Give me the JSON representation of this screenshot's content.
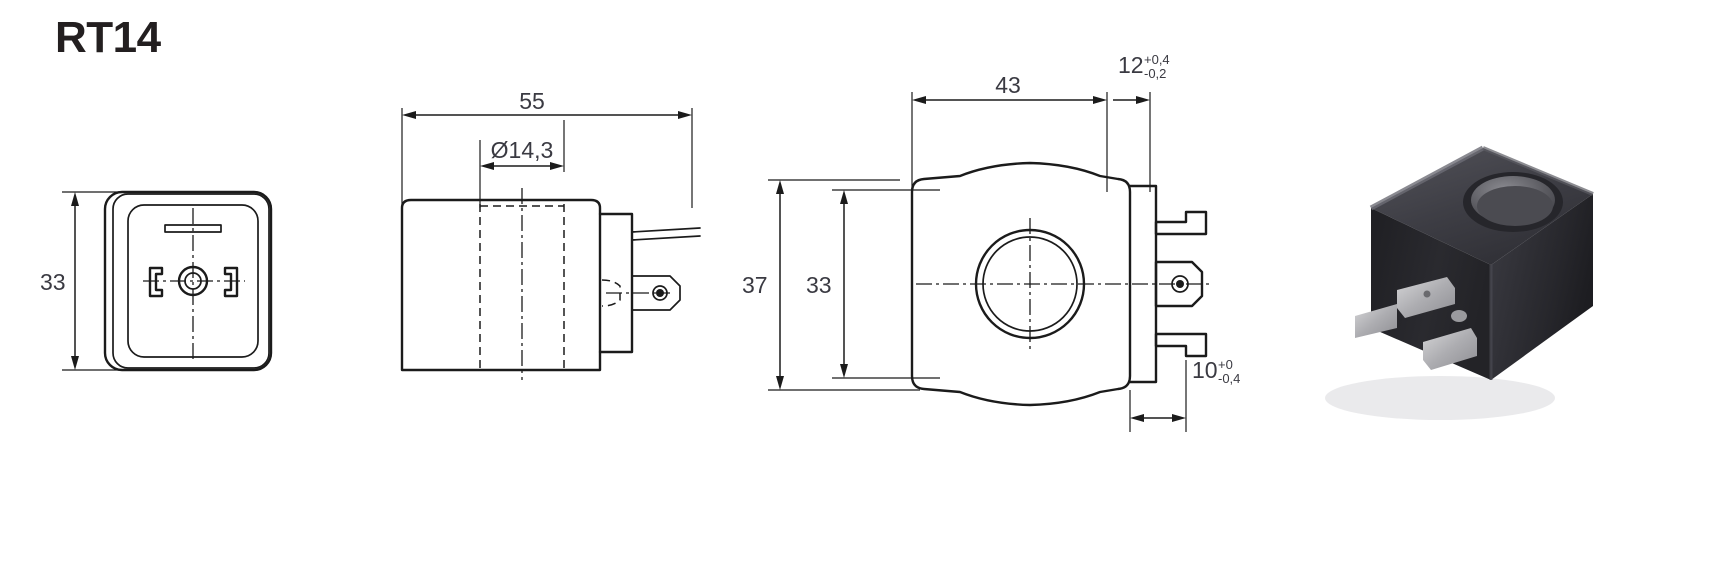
{
  "page": {
    "title": "RT14",
    "background_color": "#ffffff",
    "line_color": "#1b1b1b",
    "text_color": "#3a3a42"
  },
  "drawing": {
    "kind": "engineering-dimensional-drawing",
    "subject": "solenoid coil RT14",
    "views": [
      {
        "id": "top-view",
        "name": "top-view",
        "description": "square coil face with centre bore, crosshair and two flat spade terminals"
      },
      {
        "id": "side-view",
        "name": "side-view",
        "description": "side elevation showing overall width and bore diameter with connector"
      },
      {
        "id": "front-view",
        "name": "front-view",
        "description": "front elevation with circular bore and terminal block"
      },
      {
        "id": "product-photo",
        "name": "product-photo",
        "description": "photograph of black solenoid coil with metal spade terminals"
      }
    ]
  },
  "dimensions": {
    "top_view_height": "33",
    "side_view_width": "55",
    "side_view_bore": "Ø14,3",
    "front_view_total_height": "37",
    "front_view_body_height": "33",
    "front_view_body_width": "43",
    "connector_width": {
      "value": "12",
      "tolerance_upper": "+0,4",
      "tolerance_lower": "-0,2"
    },
    "terminal_offset": {
      "value": "10",
      "tolerance_upper": "+0",
      "tolerance_lower": "-0,4"
    }
  },
  "photo": {
    "body_color": "#2b2b2e",
    "body_color_light": "#4a4a4f",
    "terminal_color": "#b9b9bb",
    "bore_color": "#6e6e72"
  }
}
